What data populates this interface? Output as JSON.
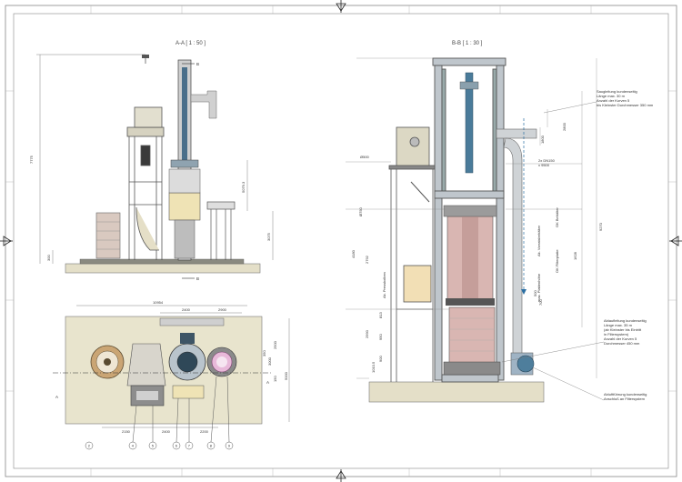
{
  "views": {
    "section_aa_title": "A-A [ 1 : 50 ]",
    "section_bb_title": "B-B [ 1 : 30 ]"
  },
  "section_markers": {
    "top_b": "B",
    "bottom_b": "B",
    "left_a": "A",
    "right_a": "A"
  },
  "dimensions_aa": {
    "overall_height": "7775",
    "upper_height": "5079.3",
    "lower_height": "3075",
    "small_height": "300"
  },
  "dimensions_plan": {
    "overall_width": "10954",
    "top_left": "2400",
    "top_right": "2900",
    "bottom_a": "2150",
    "bottom_b": "2400",
    "bottom_c": "2200",
    "right_total": "5000",
    "right_upper": "2500",
    "right_lower": "3000",
    "right_small": "350",
    "right_small2": "150"
  },
  "dimensions_bb": {
    "total_height": "9270",
    "lower_total": "4180",
    "mid_level": "2792",
    "low_level": "2990",
    "e1": "813",
    "e2": "950",
    "e3": "900",
    "e4": "1010.5",
    "d1": "500",
    "d2": "700",
    "d3": "1628",
    "pipe_a": "2800",
    "pipe_b": "1800",
    "dn": "2x DN150",
    "dn_sub": "x 9500",
    "gland": "Ø500",
    "ring": "Ø750",
    "vlabel1": "Ak. Presskolben",
    "vlabel2": "Ak. Vorratsbehälter",
    "vlabel3": "max. Plattenhöhe",
    "vlabel4": "OK Filterplatte",
    "vlabel5": "OK Behälter"
  },
  "annotations": {
    "suction": [
      "Saugleitung kundenseitig",
      "Länge max. 30 m",
      "Anzahl der Kurven 5",
      "bis Kleinster Durchmesser 350 mm"
    ],
    "outlet": [
      "Ablaufleitung kundenseitig",
      "Länge max. 35 m",
      "(ab Kleinster bis Eintritt",
      "in Filtersystem)",
      "Anzahl der Kurven 5",
      "Durchmesser 450 mm"
    ],
    "drain": [
      "Abluftführung kundenseitig",
      "Anschluß an Filtersystem"
    ]
  },
  "balloons": [
    "2",
    "4",
    "5",
    "6",
    "7",
    "8",
    "9"
  ]
}
